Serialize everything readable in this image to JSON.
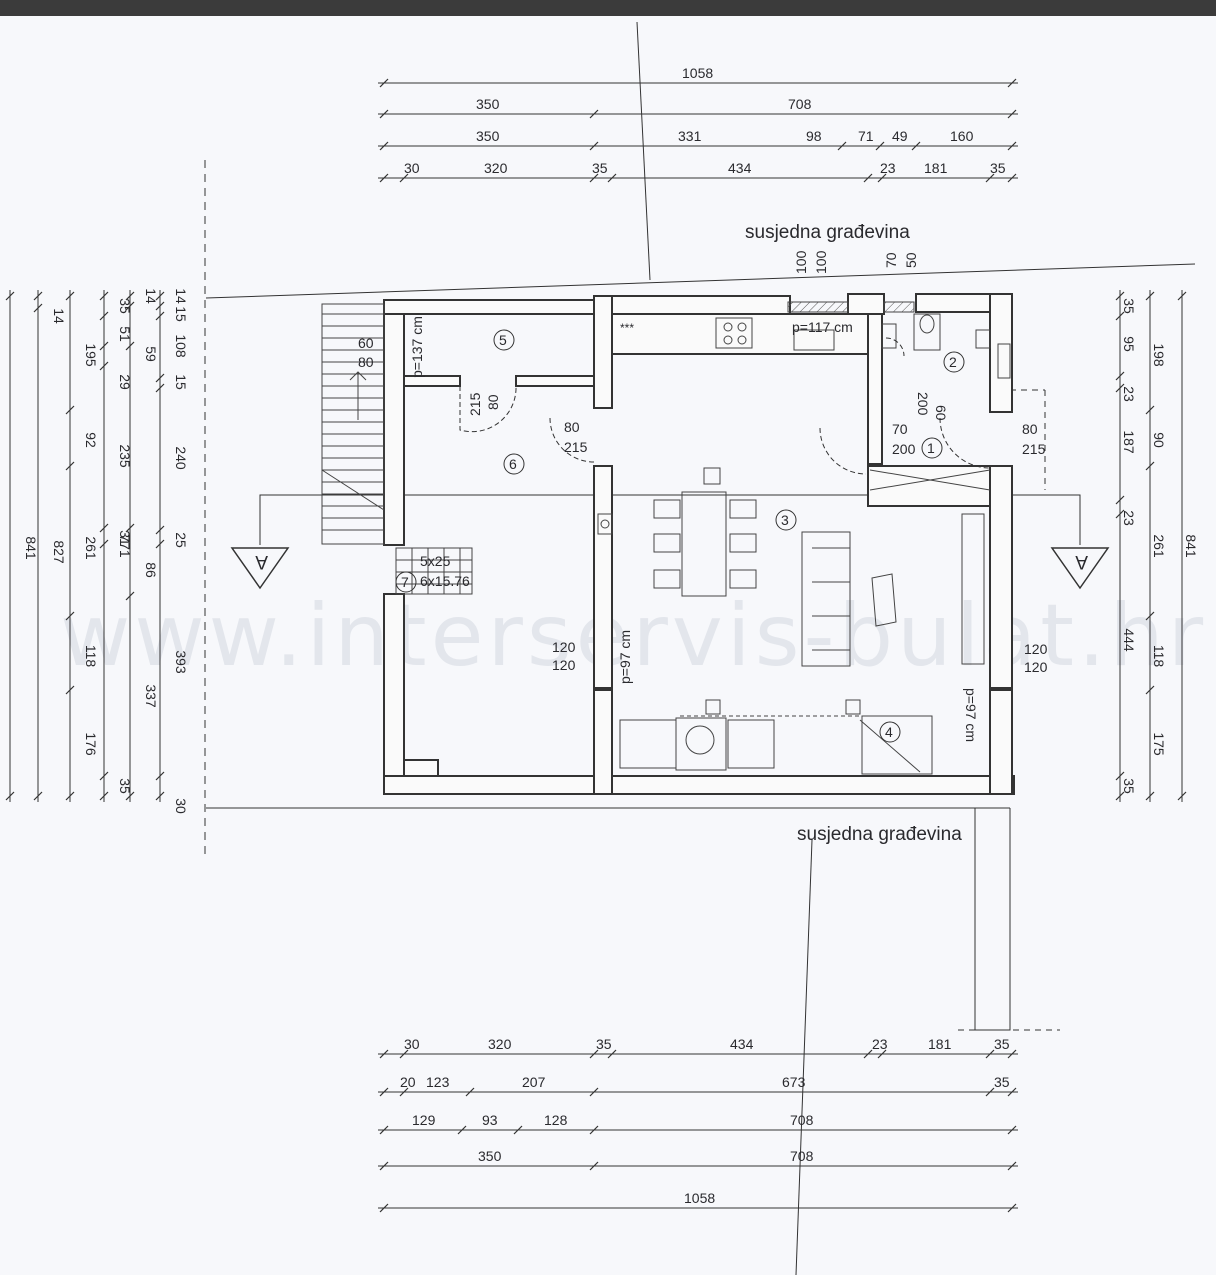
{
  "header_bar_color": "#3b3b3b",
  "watermark": "www.interservis-bulat.hr",
  "labels": {
    "neighbor_top": "susjedna građevina",
    "neighbor_bottom": "susjedna građevina"
  },
  "section_markers": {
    "left": "A",
    "right": "A"
  },
  "rooms": [
    "1",
    "2",
    "3",
    "4",
    "5",
    "6",
    "7"
  ],
  "stair_notes": [
    "5x25",
    "6x15.76"
  ],
  "window_notes": [
    "p=137 cm",
    "p=117 cm",
    "p=97 cm",
    "p=97 cm"
  ],
  "openings": {
    "o5060": [
      "60",
      "80"
    ],
    "o80215a": [
      "80",
      "215"
    ],
    "o80215b": [
      "80",
      "215"
    ],
    "o60200": [
      "60",
      "200"
    ],
    "o70200": [
      "70",
      "200"
    ],
    "o80215c": [
      "80",
      "215"
    ],
    "o120a": [
      "120",
      "120"
    ],
    "o120b": [
      "120",
      "120"
    ],
    "top_windows": [
      "100",
      "100",
      "70",
      "50"
    ]
  },
  "top_dims": [
    [
      "1058"
    ],
    [
      "350",
      "708"
    ],
    [
      "350",
      "331",
      "98",
      "71",
      "49",
      "160"
    ],
    [
      "30",
      "320",
      "35",
      "434",
      "23",
      "181",
      "35"
    ]
  ],
  "bottom_dims": [
    [
      "30",
      "320",
      "35",
      "434",
      "23",
      "181",
      "35"
    ],
    [
      "20",
      "123",
      "207",
      "673",
      "35"
    ],
    [
      "129",
      "93",
      "128",
      "708"
    ],
    [
      "350",
      "708"
    ],
    [
      "1058"
    ]
  ],
  "left_dims": {
    "col1": [
      "841"
    ],
    "col2": [
      "14",
      "827"
    ],
    "col3": [
      "195",
      "92",
      "261",
      "118",
      "176"
    ],
    "col4": [
      "35",
      "51",
      "29",
      "235",
      "31",
      "771",
      "35"
    ],
    "col5": [
      "14",
      "59",
      "86",
      "337"
    ],
    "col6": [
      "14",
      "15",
      "108",
      "15",
      "240",
      "25",
      "393",
      "30"
    ]
  },
  "right_dims": {
    "col1": [
      "35",
      "95",
      "23",
      "187",
      "23",
      "444",
      "35"
    ],
    "col2": [
      "198",
      "90",
      "261",
      "118",
      "175"
    ],
    "col3": [
      "841"
    ]
  }
}
